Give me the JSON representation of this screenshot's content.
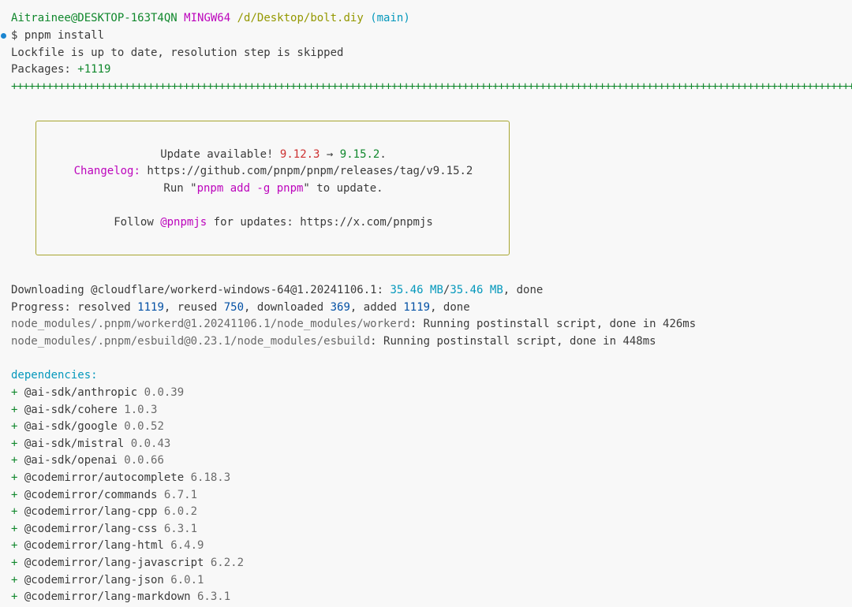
{
  "prompt": {
    "user_host": "Aitrainee@DESKTOP-163T4QN",
    "shell": "MINGW64",
    "path": "/d/Desktop/bolt.diy",
    "branch": "(main)",
    "command": "$ pnpm install"
  },
  "install": {
    "lockfile_line": "Lockfile is up to date, resolution step is skipped",
    "packages_label": "Packages: ",
    "packages_count": "+1119",
    "progress_bar": "++++++++++++++++++++++++++++++++++++++++++++++++++++++++++++++++++++++++++++++++++++++++++++++++++++++++++++++++++++++++++++++++++++++++++++++++++++++++++"
  },
  "update_box": {
    "line1_prefix": "Update available! ",
    "current_version": "9.12.3",
    "arrow": " → ",
    "new_version": "9.15.2",
    "line1_suffix": ".",
    "changelog_label": "Changelog:",
    "changelog_url": " https://github.com/pnpm/pnpm/releases/tag/v9.15.2",
    "run_prefix": "Run \"",
    "run_command": "pnpm add -g pnpm",
    "run_suffix": "\" to update.",
    "follow_prefix": "Follow ",
    "follow_handle": "@pnpmjs",
    "follow_suffix": " for updates: https://x.com/pnpmjs"
  },
  "download": {
    "prefix": "Downloading ",
    "package": "@cloudflare/workerd-windows-64@1.20241106.1",
    "colon": ": ",
    "size_done": "35.46 MB",
    "slash": "/",
    "size_total": "35.46 MB",
    "suffix": ", done"
  },
  "progress": {
    "label": "Progress: resolved ",
    "resolved": "1119",
    "reused_label": ", reused ",
    "reused": "750",
    "downloaded_label": ", downloaded ",
    "downloaded": "369",
    "added_label": ", added ",
    "added": "1119",
    "suffix": ", done"
  },
  "postinstall": [
    {
      "path": "node_modules/.pnpm/workerd@1.20241106.1/node_modules/workerd",
      "message": ": Running postinstall script, done in 426ms"
    },
    {
      "path": "node_modules/.pnpm/esbuild@0.23.1/node_modules/esbuild",
      "message": ": Running postinstall script, done in 448ms"
    }
  ],
  "dependencies": {
    "header": "dependencies:",
    "items": [
      {
        "marker": "+ ",
        "name": "@ai-sdk/anthropic",
        "version": " 0.0.39"
      },
      {
        "marker": "+ ",
        "name": "@ai-sdk/cohere",
        "version": " 1.0.3"
      },
      {
        "marker": "+ ",
        "name": "@ai-sdk/google",
        "version": " 0.0.52"
      },
      {
        "marker": "+ ",
        "name": "@ai-sdk/mistral",
        "version": " 0.0.43"
      },
      {
        "marker": "+ ",
        "name": "@ai-sdk/openai",
        "version": " 0.0.66"
      },
      {
        "marker": "+ ",
        "name": "@codemirror/autocomplete",
        "version": " 6.18.3"
      },
      {
        "marker": "+ ",
        "name": "@codemirror/commands",
        "version": " 6.7.1"
      },
      {
        "marker": "+ ",
        "name": "@codemirror/lang-cpp",
        "version": " 6.0.2"
      },
      {
        "marker": "+ ",
        "name": "@codemirror/lang-css",
        "version": " 6.3.1"
      },
      {
        "marker": "+ ",
        "name": "@codemirror/lang-html",
        "version": " 6.4.9"
      },
      {
        "marker": "+ ",
        "name": "@codemirror/lang-javascript",
        "version": " 6.2.2"
      },
      {
        "marker": "+ ",
        "name": "@codemirror/lang-json",
        "version": " 6.0.1"
      },
      {
        "marker": "+ ",
        "name": "@codemirror/lang-markdown",
        "version": " 6.3.1"
      }
    ]
  }
}
